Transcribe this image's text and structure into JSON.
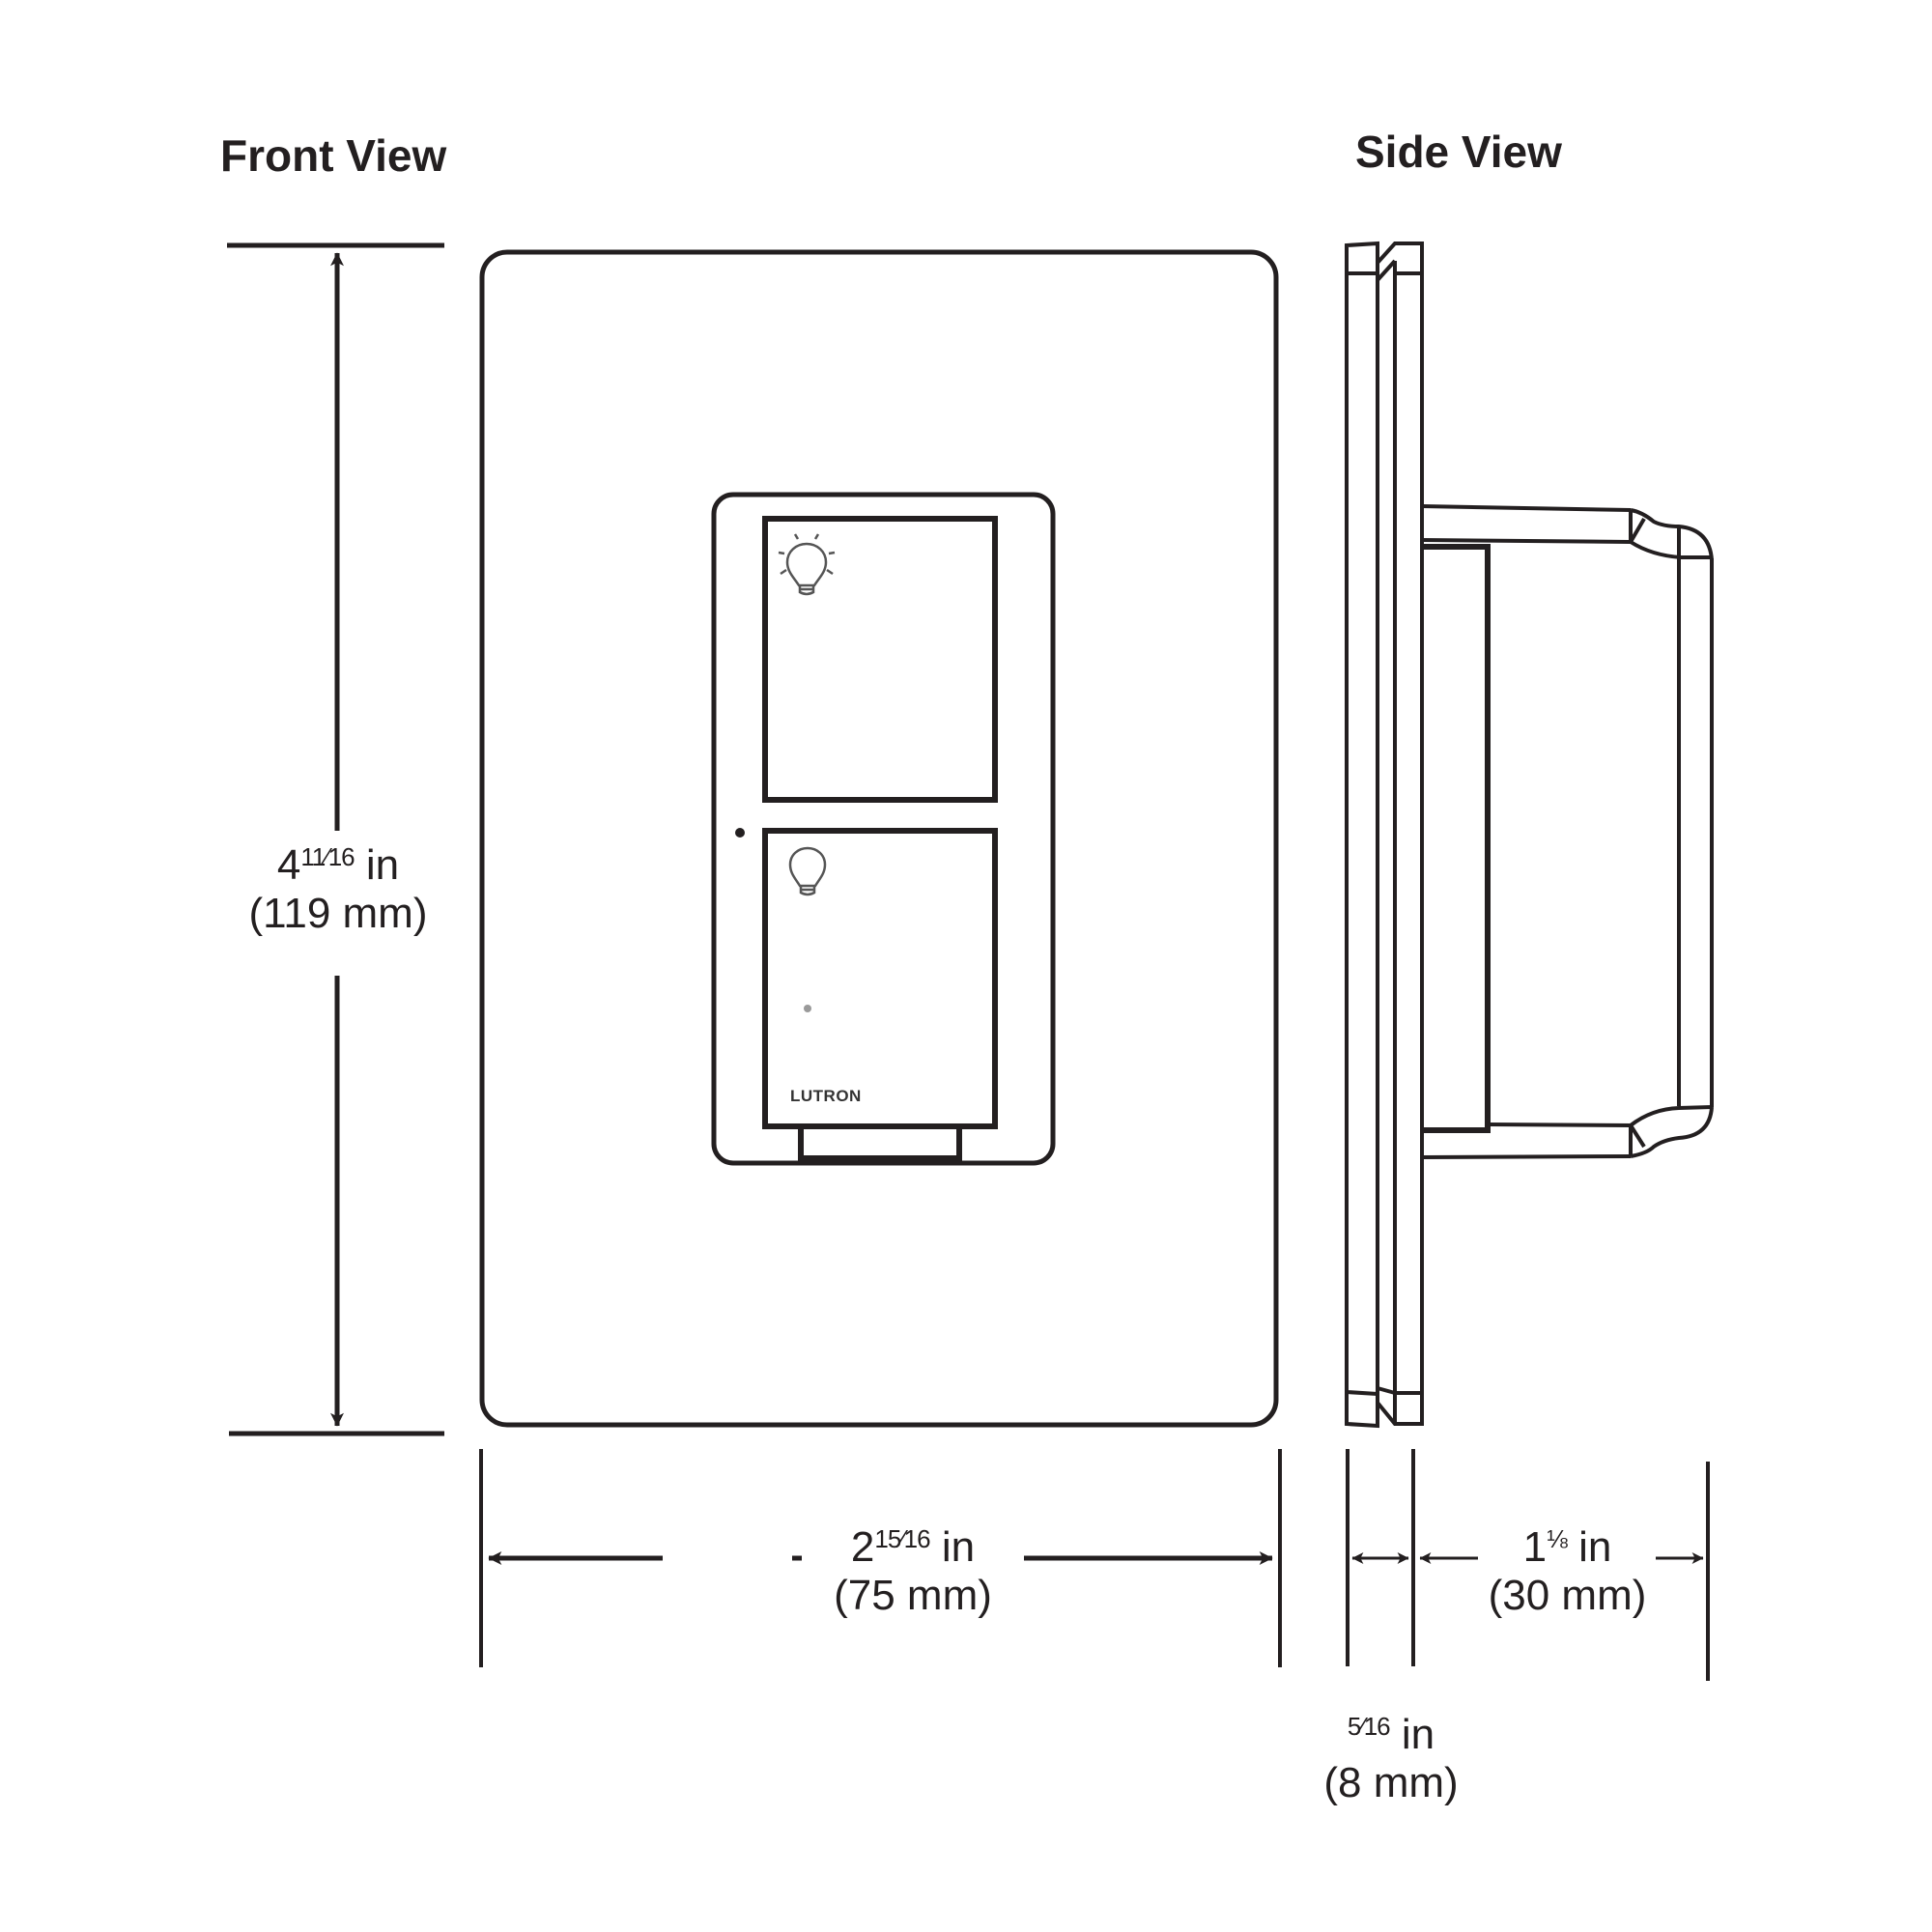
{
  "front_view": {
    "title": "Front View",
    "height_dim": {
      "whole": "4",
      "fraction": "11⁄16",
      "unit": "in",
      "metric": "(119 mm)"
    },
    "width_dim": {
      "whole": "2",
      "fraction": "15⁄16",
      "unit": "in",
      "metric": "(75 mm)"
    },
    "device": {
      "brand_label": "LUTRON",
      "upper_button_icon": "lightbulb-on-icon",
      "lower_button_icon": "lightbulb-off-icon"
    }
  },
  "side_view": {
    "title": "Side View",
    "plate_depth_dim": {
      "whole": "",
      "fraction": "5⁄16",
      "unit": "in",
      "metric": "(8 mm)"
    },
    "body_depth_dim": {
      "whole": "1",
      "fraction": "⅛",
      "unit": "in",
      "metric": "(30 mm)"
    }
  },
  "colors": {
    "line": "#231f20",
    "background": "#ffffff"
  }
}
